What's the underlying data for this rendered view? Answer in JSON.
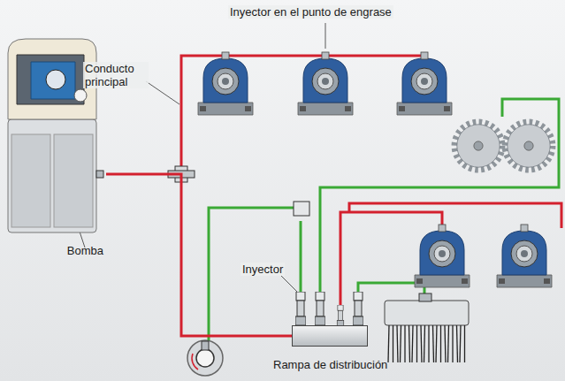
{
  "diagram": {
    "nodes": [
      {
        "text": [
          "Bomba"
        ]
      },
      {
        "text": [
          "Rampa de distribución"
        ]
      }
    ],
    "edges": [
      {
        "from": 0,
        "to": 1,
        "arrow": "none"
      }
    ],
    "labels": [
      "Inyector en el punto de engrase",
      "Conducto principal",
      "Inyector"
    ]
  }
}
